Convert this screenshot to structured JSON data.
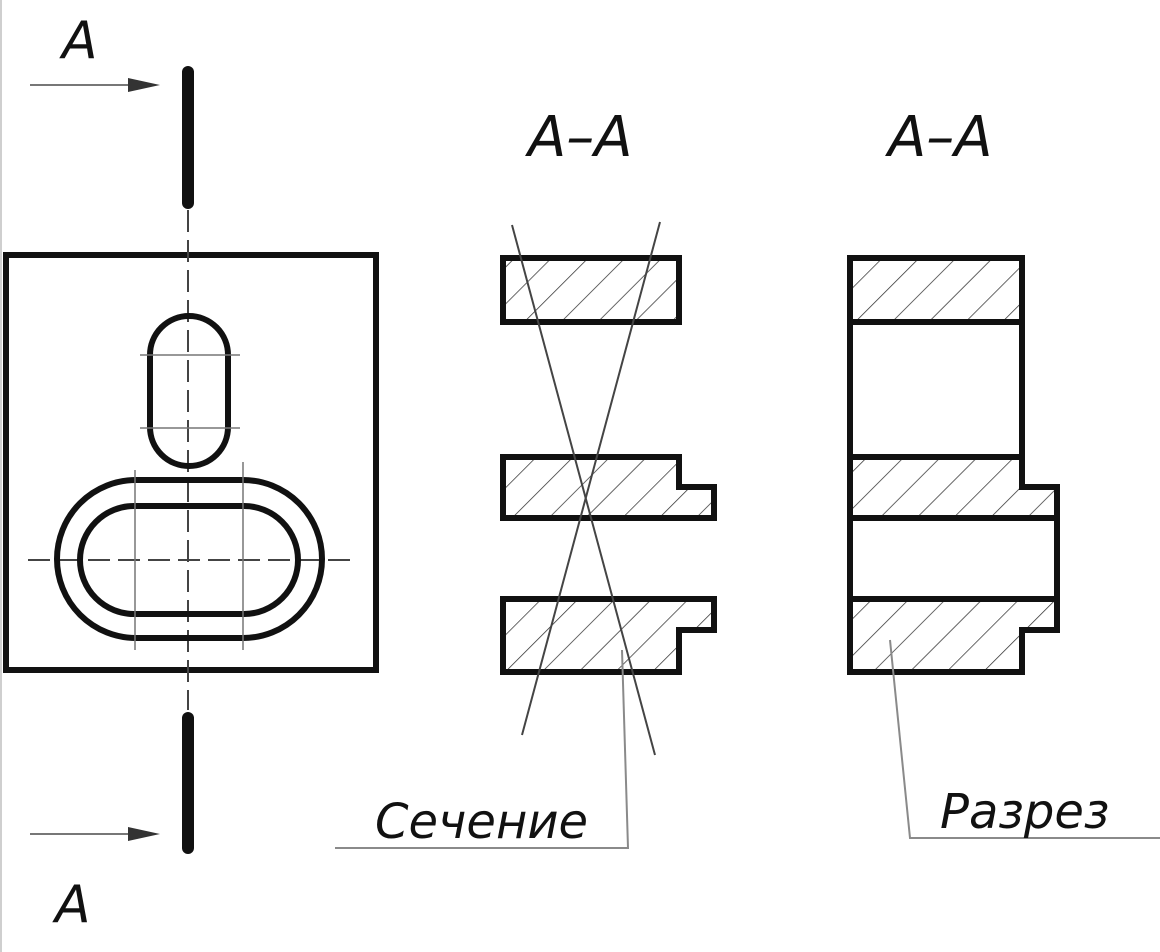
{
  "labels": {
    "cut_top": "A",
    "cut_bottom": "A",
    "section_title": "A–A",
    "cut_view_title": "A–A",
    "section_caption": "Сечение",
    "cut_view_caption": "Разрез"
  },
  "colors": {
    "ink": "#111111",
    "leader": "#8a8a8a",
    "background": "#ffffff"
  }
}
